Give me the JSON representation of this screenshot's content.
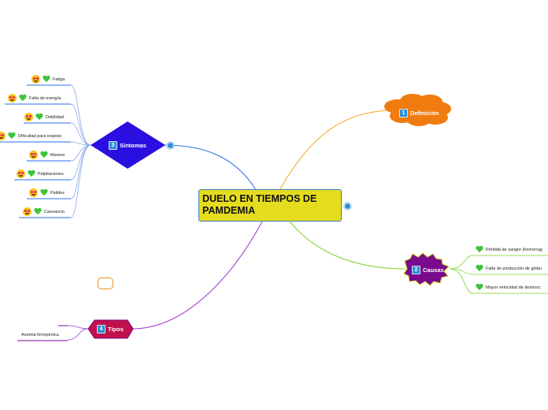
{
  "central": {
    "title": "DUELO  EN TIEMPOS DE PAMDEMIA"
  },
  "branches": {
    "definicion": {
      "number": "1",
      "label": "Definición",
      "color": "#f07c10",
      "line_color": "#f5a623"
    },
    "causas": {
      "number": "2",
      "label": "Causas",
      "color": "#7a0a8c",
      "border": "#c8d61a",
      "line_color": "#7ed321",
      "children": [
        "Pérdida de sangre (hemorrag",
        "Falta de producción de glóbu",
        "Mayor velocidad de destrucc"
      ]
    },
    "sintomas": {
      "number": "3",
      "label": "Síntomas",
      "color": "#2a10e0",
      "line_color": "#2a6ee8",
      "children": [
        "Fatiga",
        "Falta de energía.",
        "Debilidad",
        "Dificultad para respirar",
        "Mareos",
        "Palpitaciones",
        "Palidez",
        "Cansancio"
      ]
    },
    "tipos": {
      "number": "4",
      "label": "Tipos",
      "color": "#c0104a",
      "line_color": "#9b30d0",
      "children": [
        "",
        "Anemia ferropénica"
      ]
    }
  },
  "icons": {
    "smile": "heart-eyes-emoji-icon",
    "heart": "green-heart-icon",
    "collapse": "collapse-toggle-icon"
  }
}
